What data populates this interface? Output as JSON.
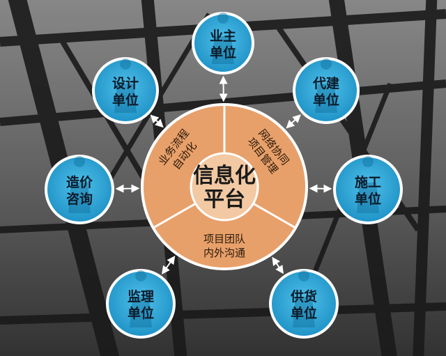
{
  "center": {
    "line1": "信息化",
    "line2": "平台"
  },
  "segments": [
    {
      "line1": "业务流程",
      "line2": "自动化"
    },
    {
      "line1": "网络协同",
      "line2": "项目管理"
    },
    {
      "line1": "项目团队",
      "line2": "内外沟通"
    }
  ],
  "satellites": [
    {
      "id": "owner",
      "line1": "业主",
      "line2": "单位"
    },
    {
      "id": "design",
      "line1": "设计",
      "line2": "单位"
    },
    {
      "id": "agent",
      "line1": "代建",
      "line2": "单位"
    },
    {
      "id": "cost",
      "line1": "造价",
      "line2": "咨询"
    },
    {
      "id": "construction",
      "line1": "施工",
      "line2": "单位"
    },
    {
      "id": "supervision",
      "line1": "监理",
      "line2": "单位"
    },
    {
      "id": "supply",
      "line1": "供货",
      "line2": "单位"
    }
  ],
  "colors": {
    "hub_orange": "#e8a06a",
    "hub_center": "#f2c9a2",
    "satellite_blue": "#2ba3d6",
    "satellite_border": "#ffffff",
    "connector": "#ffffff"
  }
}
